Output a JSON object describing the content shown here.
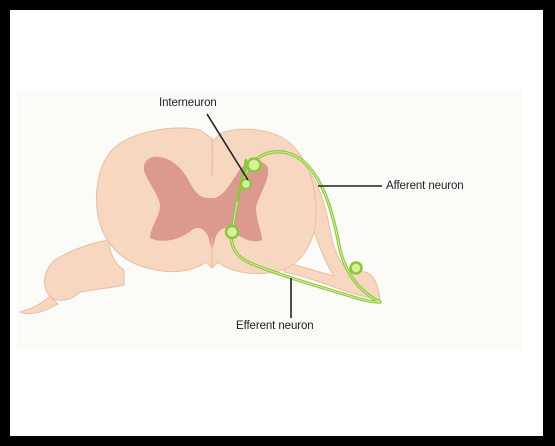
{
  "labels": {
    "interneuron": "Interneuron",
    "afferent": "Afferent neuron",
    "efferent": "Efferent neuron"
  },
  "colors": {
    "background": "#000000",
    "panel": "#ffffff",
    "figure_bg": "#fbfbf8",
    "white_matter": "#f8d7c0",
    "white_matter_edge": "#e9bea3",
    "gray_matter": "#dc9a8e",
    "neuron": "#8cc63f",
    "neuron_core": "#d8ef9c",
    "leader_line": "#222222"
  }
}
